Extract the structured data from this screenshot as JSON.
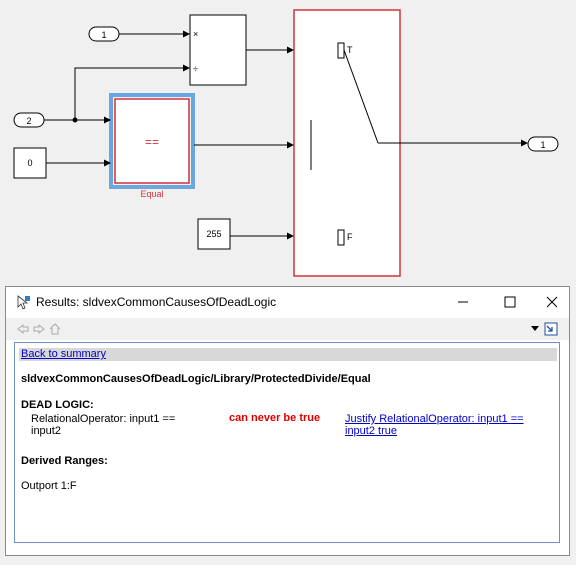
{
  "model": {
    "ports": {
      "in1": "1",
      "in2": "2",
      "out1": "1"
    },
    "constants": {
      "zero": "0",
      "c255": "255"
    },
    "product_ops": [
      "×",
      "÷"
    ],
    "equal_block": {
      "operator": "==",
      "name": "Equal"
    },
    "switch_ports": {
      "true": "T",
      "false": "F"
    },
    "colors": {
      "highlight_red": "#d0333a",
      "selection_blue": "#6aa6e0"
    }
  },
  "dialog": {
    "title": "Results: sldvexCommonCausesOfDeadLogic",
    "content": {
      "back_link": "Back to summary",
      "path": "sldvexCommonCausesOfDeadLogic/Library/ProtectedDivide/Equal",
      "dead_logic_heading": "DEAD LOGIC:",
      "dead_logic_desc": "RelationalOperator: input1 == input2",
      "dead_logic_status": "can never be true",
      "justify_link": "Justify RelationalOperator: input1 == input2 true",
      "derived_heading": "Derived Ranges:",
      "outport": "Outport 1:F"
    }
  }
}
